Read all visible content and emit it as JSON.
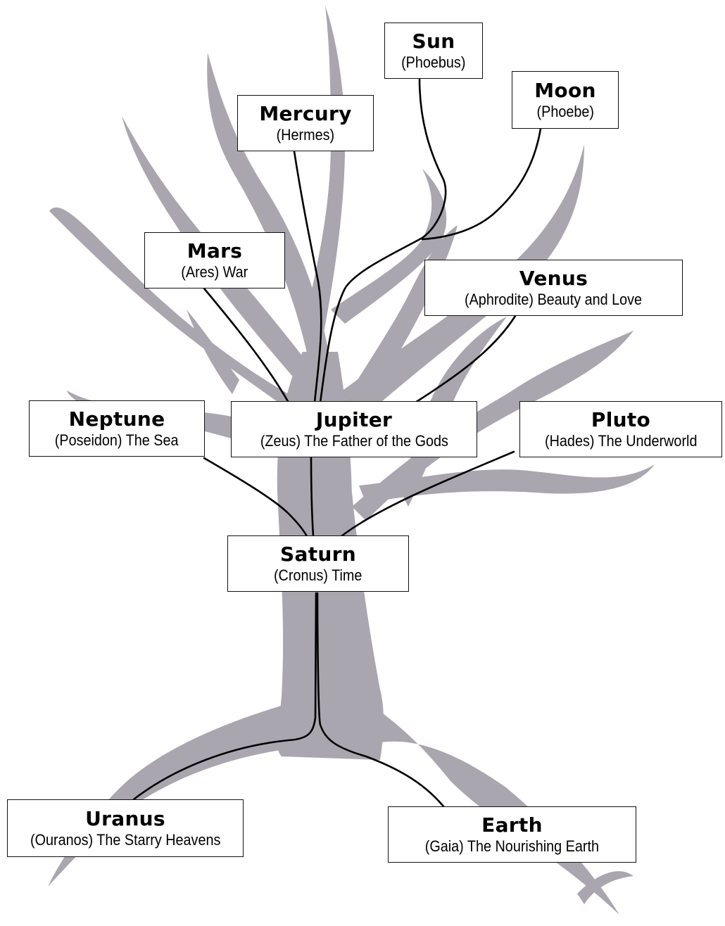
{
  "colors": {
    "tree": "#a9a6af",
    "line": "#000000",
    "box_border": "#111111"
  },
  "nodes": {
    "sun": {
      "name": "Sun",
      "sub": "(Phoebus)"
    },
    "moon": {
      "name": "Moon",
      "sub": "(Phoebe)"
    },
    "mercury": {
      "name": "Mercury",
      "sub": "(Hermes)"
    },
    "mars": {
      "name": "Mars",
      "sub": "(Ares) War"
    },
    "venus": {
      "name": "Venus",
      "sub": "(Aphrodite) Beauty and Love"
    },
    "neptune": {
      "name": "Neptune",
      "sub": "(Poseidon) The Sea"
    },
    "jupiter": {
      "name": "Jupiter",
      "sub": "(Zeus) The Father of the Gods"
    },
    "pluto": {
      "name": "Pluto",
      "sub": "(Hades) The Underworld"
    },
    "saturn": {
      "name": "Saturn",
      "sub": "(Cronus) Time"
    },
    "uranus": {
      "name": "Uranus",
      "sub": "(Ouranos) The Starry Heavens"
    },
    "earth": {
      "name": "Earth",
      "sub": "(Gaia) The Nourishing Earth"
    }
  },
  "edges": [
    [
      "sun",
      "jupiter"
    ],
    [
      "moon",
      "jupiter"
    ],
    [
      "mercury",
      "jupiter"
    ],
    [
      "mars",
      "jupiter"
    ],
    [
      "venus",
      "jupiter"
    ],
    [
      "jupiter",
      "saturn"
    ],
    [
      "neptune",
      "saturn"
    ],
    [
      "pluto",
      "saturn"
    ],
    [
      "uranus",
      "saturn"
    ],
    [
      "earth",
      "saturn"
    ]
  ]
}
